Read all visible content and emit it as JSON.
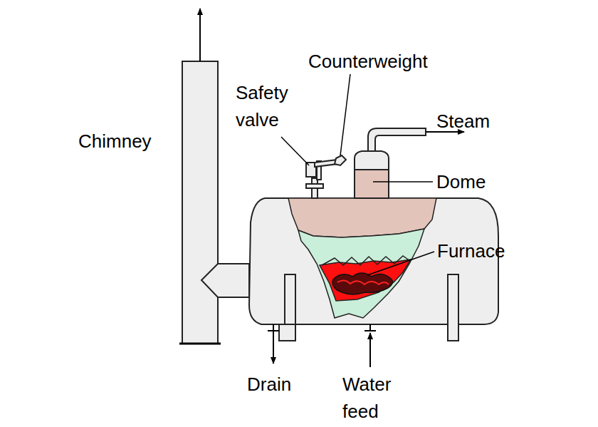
{
  "diagram": {
    "labels": [
      "Counterweight",
      "Safety valve",
      "Steam",
      "Chimney",
      "Dome",
      "Furnace",
      "Drain",
      "Water feed"
    ]
  }
}
